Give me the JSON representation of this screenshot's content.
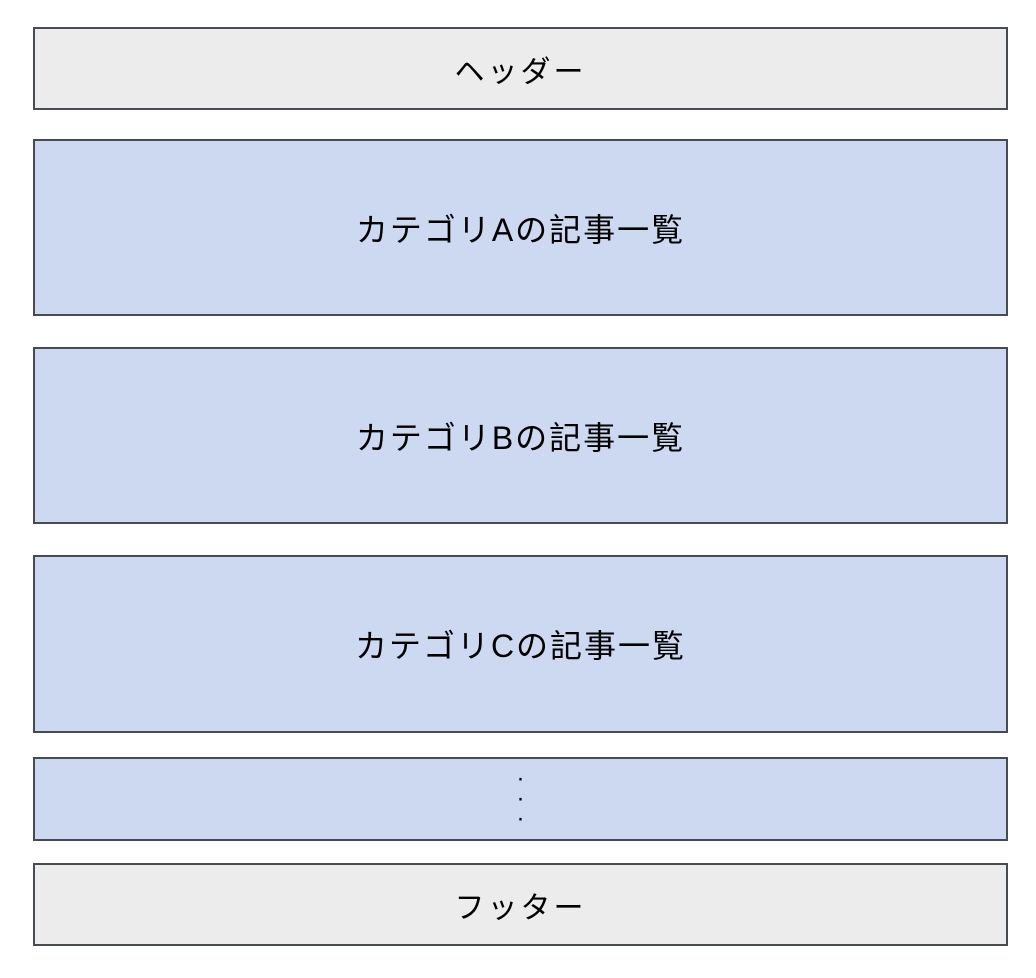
{
  "colors": {
    "box_border": "#474c52",
    "header_footer_fill": "#ececec",
    "category_fill": "#ccd9f1",
    "text": "#000000",
    "page_background": "#ffffff"
  },
  "blocks": {
    "header": {
      "label": "ヘッダー"
    },
    "categories": [
      {
        "label": "カテゴリAの記事一覧"
      },
      {
        "label": "カテゴリBの記事一覧"
      },
      {
        "label": "カテゴリCの記事一覧"
      }
    ],
    "ellipsis": {
      "dots": [
        "·",
        "·",
        "·"
      ]
    },
    "footer": {
      "label": "フッター"
    }
  }
}
